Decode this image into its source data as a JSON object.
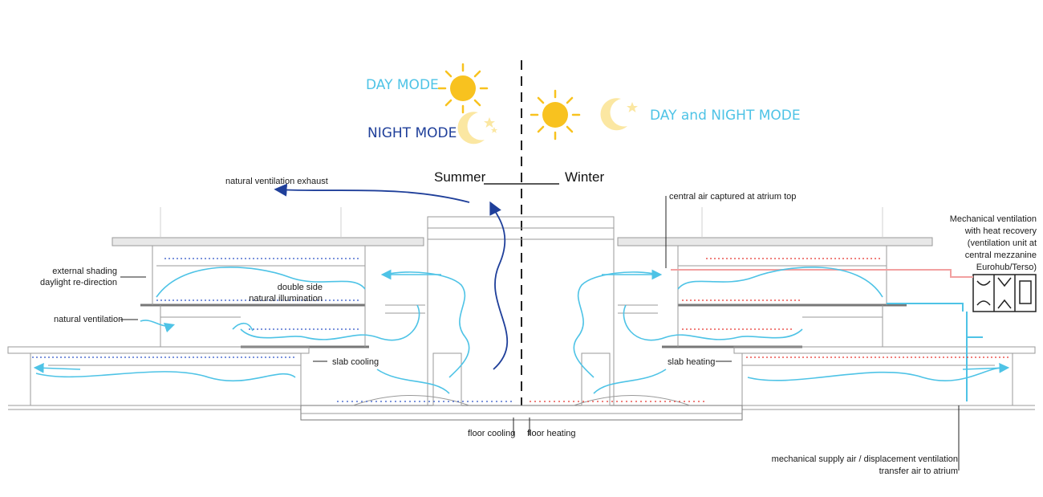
{
  "modes": {
    "day": "DAY MODE",
    "night": "NIGHT MODE",
    "day_and_night": "DAY and NIGHT MODE"
  },
  "seasons": {
    "summer": "Summer",
    "winter": "Winter"
  },
  "labels": {
    "natural_ventilation_exhaust": "natural ventilation exhaust",
    "central_air": "central air captured at atrium top",
    "mech_vent_lines": [
      "Mechanical ventilation",
      "with heat recovery",
      "(ventilation unit at",
      "central mezzanine",
      "Eurohub/Terso)"
    ],
    "external_shading": "external shading",
    "daylight_redirection": "daylight re-direction",
    "double_side": "double side",
    "natural_illumination": "natural illumination",
    "natural_ventilation": "natural ventilation",
    "slab_cooling": "slab cooling",
    "slab_heating": "slab heating",
    "floor_cooling": "floor cooling",
    "floor_heating": "floor heating",
    "mech_supply": "mechanical supply air / displacement ventilation",
    "transfer_air": "transfer air to atrium"
  },
  "colors": {
    "day_blue": "#4ec3e6",
    "night_blue": "#1f3f9a",
    "sun": "#f8c21f",
    "moon": "#fbe7a2",
    "heat_red": "#e8352f",
    "pink_line": "#f2a0a0",
    "structure": "#9a9a9a"
  }
}
